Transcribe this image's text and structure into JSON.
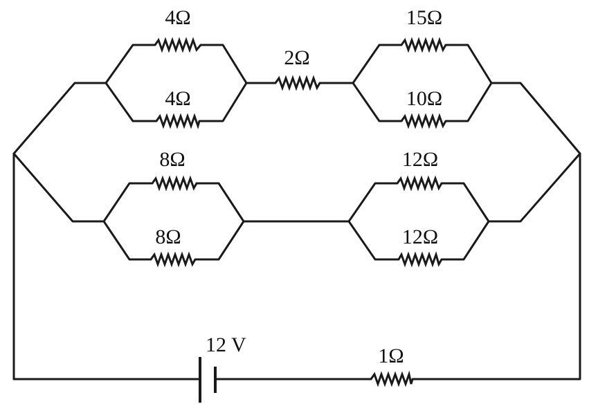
{
  "circuit": {
    "resistor_labels": {
      "top_left_upper": "4Ω",
      "top_left_lower": "4Ω",
      "top_middle": "2Ω",
      "top_right_upper": "15Ω",
      "top_right_lower": "10Ω",
      "mid_left_upper": "8Ω",
      "mid_left_lower": "8Ω",
      "mid_right_upper": "12Ω",
      "mid_right_lower": "12Ω",
      "bottom": "1Ω"
    },
    "battery_label": "12 V"
  }
}
